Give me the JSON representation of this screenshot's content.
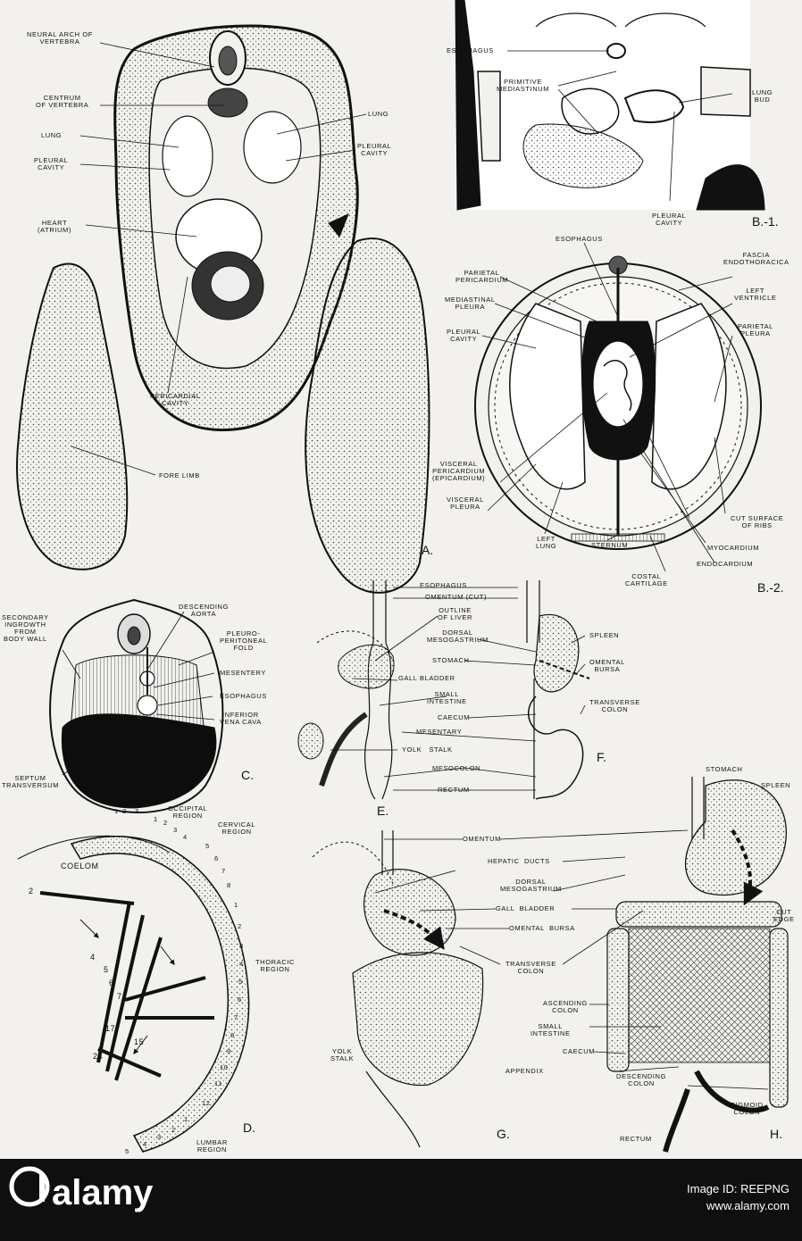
{
  "figure": {
    "panels": {
      "a": "A.",
      "b1": "B.-1.",
      "b2": "B.-2.",
      "c": "C.",
      "d": "D.",
      "e": "E.",
      "f": "F.",
      "g": "G.",
      "h": "H."
    },
    "labels_a": {
      "neural_arch": "NEURAL ARCH OF\nVERTEBRA",
      "centrum": "CENTRUM\nOF VERTEBRA",
      "lung_left": "LUNG",
      "pleural_cavity_left": "PLEURAL\nCAVITY",
      "heart": "HEART\n(ATRIUM)",
      "lung_right": "LUNG",
      "pleural_cavity_right": "PLEURAL\nCAVITY",
      "pericardial_cavity": "PERICARDIAL\nCAVITY",
      "fore_limb": "FORE LIMB"
    },
    "labels_b1": {
      "esophagus": "ESOPHAGUS",
      "primitive_mediastinum": "PRIMITIVE\nMEDIASTINUM",
      "lung_bud": "LUNG\nBUD",
      "pleural_cavity": "PLEURAL\nCAVITY"
    },
    "labels_b2": {
      "esophagus": "ESOPHAGUS",
      "parietal_pericardium": "PARIETAL\nPERICARDIUM",
      "mediastinal_pleura": "MEDIASTINAL\nPLEURA",
      "pleural_cavity": "PLEURAL\nCAVITY",
      "fascia": "FASCIA\nENDOTHORACICA",
      "left_ventricle": "LEFT\nVENTRICLE",
      "parietal_pleura": "PARIETAL\nPLEURA",
      "visceral_pericardium": "VISCERAL\nPERICARDIUM\n(EPICARDIUM)",
      "visceral_pleura": "VISCERAL\nPLEURA",
      "left_lung": "LEFT\nLUNG",
      "sternum": "STERNUM",
      "costal_cartilage": "COSTAL\nCARTILAGE",
      "cut_surface": "CUT SURFACE\nOF RIBS",
      "myocardium": "MYOCARDIUM",
      "endocardium": "ENDOCARDIUM"
    },
    "labels_c": {
      "secondary_ingrowth": "SECONDARY\nINGROWTH\nFROM\nBODY WALL",
      "descending_aorta": "DESCENDING\nAORTA",
      "pleuroperitoneal_fold": "PLEURO-\nPERITONEAL\nFOLD",
      "mesentery": "MESENTERY",
      "esophagus": "ESOPHAGUS",
      "inferior_vena_cava": "INFERIOR\nVENA CAVA",
      "septum_transversum": "SEPTUM\nTRANSVERSUM"
    },
    "labels_ef": {
      "esophagus": "ESOPHAGUS",
      "omentum_cut": "OMENTUM (CUT)",
      "outline_of_liver": "OUTLINE\nOF LIVER",
      "dorsal_mesogastrium": "DORSAL\nMESOGASTRIUM",
      "stomach": "STOMACH",
      "gall_bladder": "GALL BLADDER",
      "small_intestine": "SMALL\nINTESTINE",
      "caecum": "CAECUM",
      "mesentary": "MESENTARY",
      "yolk_stalk": "YOLK   STALK",
      "mesocolon": "MESOCOLON",
      "rectum": "RECTUM",
      "spleen": "SPLEEN",
      "omental_bursa": "OMENTAL\nBURSA",
      "transverse_colon": "TRANSVERSE\nCOLON"
    },
    "labels_d": {
      "occipital": "OCCIPITAL\nREGION",
      "cervical": "CERVICAL\nREGION",
      "coelom": "COELOM",
      "thoracic": "THORACIC\nREGION",
      "lumbar": "LUMBAR\nREGION",
      "inner_numbers": [
        "2",
        "4",
        "5",
        "6",
        "7",
        "17",
        "15",
        "24"
      ],
      "occipital_numbers": [
        "1",
        "2",
        "3",
        "1",
        "2",
        "3",
        "4"
      ],
      "cervical_numbers": [
        "5",
        "6",
        "7",
        "8"
      ],
      "thoracic_numbers": [
        "1",
        "2",
        "3",
        "4",
        "5",
        "6",
        "7",
        "8",
        "9",
        "10",
        "11",
        "12"
      ],
      "lumbar_numbers": [
        "1",
        "2",
        "3",
        "4",
        "5"
      ]
    },
    "labels_gh": {
      "stomach": "STOMACH",
      "spleen": "SPLEEN",
      "omentum": "OMENTUM",
      "hepatic_ducts": "HEPATIC  DUCTS",
      "dorsal_mesogastrium": "DORSAL\nMESOGASTRIUM",
      "gall_bladder": "GALL  BLADDER",
      "omental_bursa": "OMENTAL  BURSA",
      "cut_edge": "CUT\nEDGE",
      "transverse_colon": "TRANSVERSE\nCOLON",
      "ascending_colon": "ASCENDING\nCOLON",
      "small_intestine": "SMALL\nINTESTINE",
      "caecum": "CAECUM",
      "appendix": "APPENDIX",
      "descending_colon": "DESCENDING\nCOLON",
      "yolk_stalk": "YOLK\nSTALK",
      "sigmoid_colon": "SIGMOID\nCOLON",
      "rectum": "RECTUM"
    }
  },
  "footer": {
    "logo": "alamy",
    "stock_id": "Image ID: REEPNG",
    "url": "www.alamy.com"
  }
}
